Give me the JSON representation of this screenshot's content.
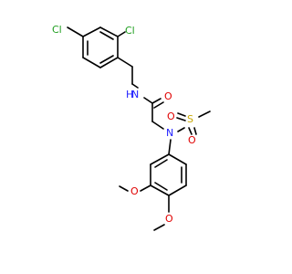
{
  "molecule": {
    "atoms": {
      "cl_top": "Cl",
      "cl_left": "Cl",
      "nh": "N",
      "h_on_n": "H",
      "o_amide": "O",
      "n_sulfonamide": "N",
      "s": "S",
      "o_sulfonyl_left": "O",
      "o_sulfonyl_bottom": "O",
      "o_methoxy_3": "O",
      "o_methoxy_4": "O"
    }
  },
  "colors": {
    "bond": "#000000",
    "chlorine": "#1e9e1e",
    "oxygen": "#e00000",
    "nitrogen": "#2020ff",
    "sulfur": "#c8a800",
    "background": "#ffffff"
  }
}
